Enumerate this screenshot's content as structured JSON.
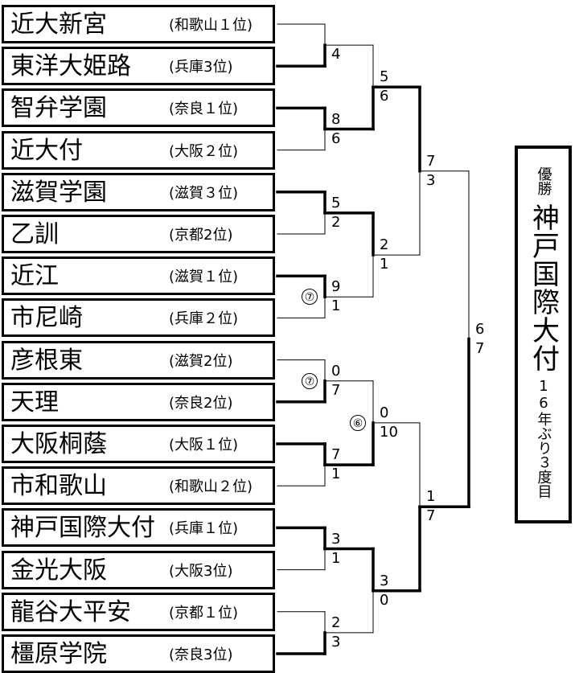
{
  "teams": [
    {
      "name": "近大新宮",
      "seed": "(和歌山１位)"
    },
    {
      "name": "東洋大姫路",
      "seed": "(兵庫3位)"
    },
    {
      "name": "智弁学園",
      "seed": "(奈良１位)"
    },
    {
      "name": "近大付",
      "seed": "(大阪２位)"
    },
    {
      "name": "滋賀学園",
      "seed": "(滋賀３位)"
    },
    {
      "name": "乙訓",
      "seed": "(京都2位)"
    },
    {
      "name": "近江",
      "seed": "(滋賀１位)"
    },
    {
      "name": "市尼崎",
      "seed": "(兵庫２位)"
    },
    {
      "name": "彦根東",
      "seed": "(滋賀2位)"
    },
    {
      "name": "天理",
      "seed": "(奈良2位)"
    },
    {
      "name": "大阪桐蔭",
      "seed": "(大阪１位)"
    },
    {
      "name": "市和歌山",
      "seed": "(和歌山２位)"
    },
    {
      "name": "神戸国際大付",
      "seed": "(兵庫１位)"
    },
    {
      "name": "金光大阪",
      "seed": "(大阪3位)"
    },
    {
      "name": "龍谷大平安",
      "seed": "(京都１位)"
    },
    {
      "name": "橿原学院",
      "seed": "(奈良3位)"
    }
  ],
  "r1": [
    {
      "top": "",
      "bottom": "4",
      "winner": 1,
      "extra": ""
    },
    {
      "top": "8",
      "bottom": "6",
      "winner": 0,
      "extra": ""
    },
    {
      "top": "5",
      "bottom": "2",
      "winner": 0,
      "extra": ""
    },
    {
      "top": "9",
      "bottom": "1",
      "winner": 0,
      "extra": "⑦"
    },
    {
      "top": "0",
      "bottom": "7",
      "winner": 1,
      "extra": "⑦"
    },
    {
      "top": "7",
      "bottom": "1",
      "winner": 0,
      "extra": ""
    },
    {
      "top": "3",
      "bottom": "1",
      "winner": 0,
      "extra": ""
    },
    {
      "top": "2",
      "bottom": "3",
      "winner": 1,
      "extra": ""
    }
  ],
  "r2": [
    {
      "top": "5",
      "bottom": "6",
      "winner": 1,
      "extra": ""
    },
    {
      "top": "2",
      "bottom": "1",
      "winner": 0,
      "extra": ""
    },
    {
      "top": "0",
      "bottom": "10",
      "winner": 1,
      "extra": "⑥"
    },
    {
      "top": "3",
      "bottom": "0",
      "winner": 0,
      "extra": ""
    }
  ],
  "r3": [
    {
      "top": "7",
      "bottom": "3",
      "winner": 0,
      "extra": ""
    },
    {
      "top": "1",
      "bottom": "7",
      "winner": 1,
      "extra": ""
    }
  ],
  "final": {
    "top": "6",
    "bottom": "7",
    "winner": 1
  },
  "champion": {
    "label": "優勝",
    "name": "神戸国際大付",
    "note": "16年ぶり３度目"
  }
}
